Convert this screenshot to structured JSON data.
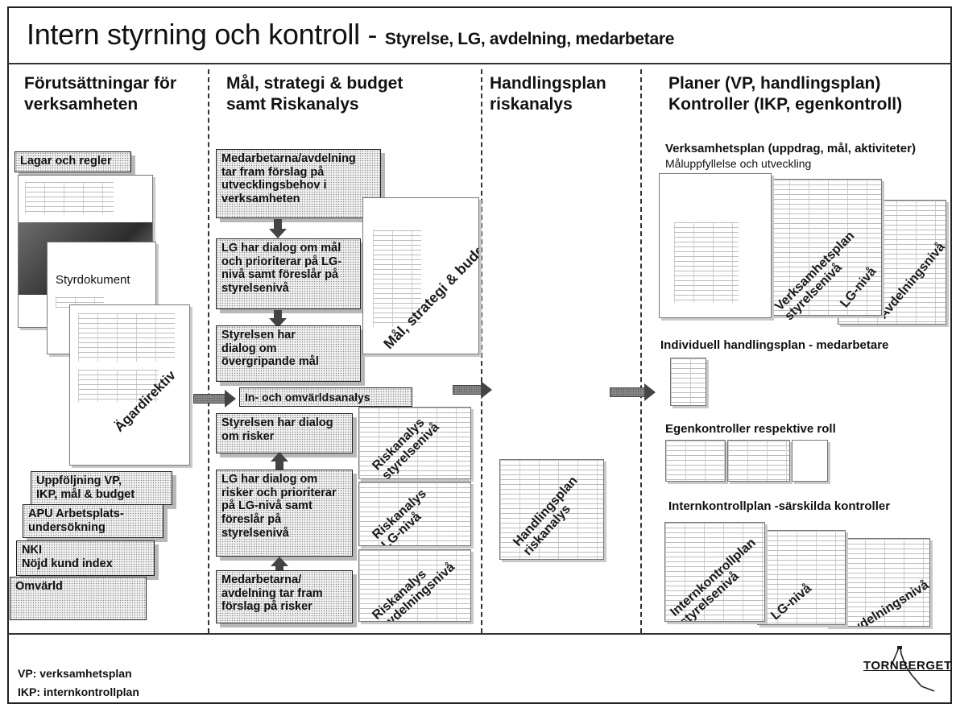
{
  "title": {
    "main": "Intern styrning och kontroll - ",
    "sub": "Styrelse, LG, avdelning, medarbetare"
  },
  "columns": [
    {
      "line1": "Förutsättningar för",
      "line2": "verksamheten"
    },
    {
      "line1": "Mål, strategi & budget",
      "line2": "samt Riskanalys"
    },
    {
      "line1": "Handlingsplan",
      "line2": "riskanalys"
    },
    {
      "line1": "Planer (VP, handlingsplan)",
      "line2": "Kontroller (IKP, egenkontroll)"
    }
  ],
  "col1": {
    "lagar": "Lagar och regler",
    "styrdokument": "Styrdokument",
    "agardirektiv": "Ägardirektiv",
    "uppfoljning": [
      "Uppföljning VP,",
      "IKP, mål & budget"
    ],
    "apu": [
      "APU Arbetsplats-",
      "undersökning"
    ],
    "nki": [
      "NKI",
      "Nöjd kund index"
    ],
    "omvarld": "Omvärld"
  },
  "col2": {
    "box1": [
      "Medarbetarna/avdelning",
      "tar fram förslag på",
      "utvecklingsbehov i",
      "verksamheten"
    ],
    "box2": [
      "LG har dialog om mål",
      "och prioriterar på LG-",
      "nivå samt föreslår på",
      "styrelsenivå"
    ],
    "box3": [
      "Styrelsen har",
      "dialog om",
      "övergripande mål"
    ],
    "analys": "In- och omvärldsanalys",
    "box4": [
      "Styrelsen har dialog",
      "om risker"
    ],
    "box5": [
      "LG har dialog om",
      "risker och prioriterar",
      "på LG-nivå samt",
      "föreslår på",
      "styrelsenivå"
    ],
    "box6": [
      "Medarbetarna/",
      "avdelning tar fram",
      "förslag på risker"
    ],
    "doc_label": "Mål, strategi & budget",
    "risk1": [
      "Riskanalys",
      "styrelsenivå"
    ],
    "risk2": [
      "Riskanalys",
      "LG-nivå"
    ],
    "risk3": [
      "Riskanalys",
      "avdelningsnivå"
    ]
  },
  "col3": {
    "doc_label": [
      "Handlingsplan",
      "riskanalys"
    ]
  },
  "col4": {
    "vp_heading": "Verksamhetsplan (uppdrag, mål, aktiviteter)",
    "vp_sub": "Måluppfyllelse och utveckling",
    "vp_doc1": [
      "Verksamhetsplan",
      "styrelsenivå"
    ],
    "vp_doc2": "LG-nivå",
    "vp_doc3": "Avdelningsnivå",
    "ind_heading": "Individuell handlingsplan - medarbetare",
    "egen_heading": "Egenkontroller respektive roll",
    "ikp_heading": "Internkontrollplan -särskilda kontroller",
    "ikp_doc1": [
      "Internkontrollplan",
      "styrelsenivå"
    ],
    "ikp_doc2": "LG-nivå",
    "ikp_doc3": "Avdelningsnivå"
  },
  "footer": {
    "vp": "VP: verksamhetsplan",
    "ikp": "IKP: internkontrollplan",
    "logo": "TORNBERGET"
  }
}
